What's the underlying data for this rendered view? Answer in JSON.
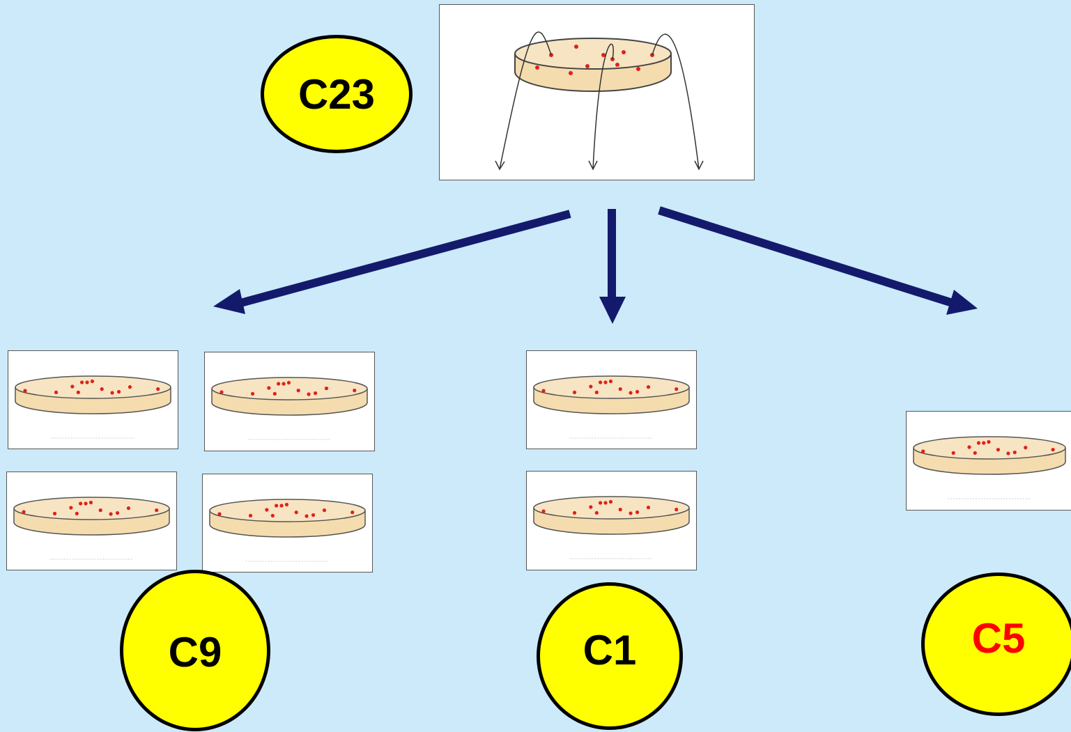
{
  "colors": {
    "background": "#cceaf9",
    "badge_fill": "#ffff00",
    "badge_border": "#000000",
    "label_default": "#000000",
    "label_highlight": "#ff0000",
    "arrow": "#141a6b",
    "agar": "#f4dcae",
    "colony": "#e0201c"
  },
  "source": {
    "label": "C23",
    "color": "#000000"
  },
  "groups": [
    {
      "label": "C9",
      "color": "#000000",
      "plate_count": 4
    },
    {
      "label": "C1",
      "color": "#000000",
      "plate_count": 2
    },
    {
      "label": "C5",
      "color": "#ff0000",
      "plate_count": 1
    }
  ]
}
